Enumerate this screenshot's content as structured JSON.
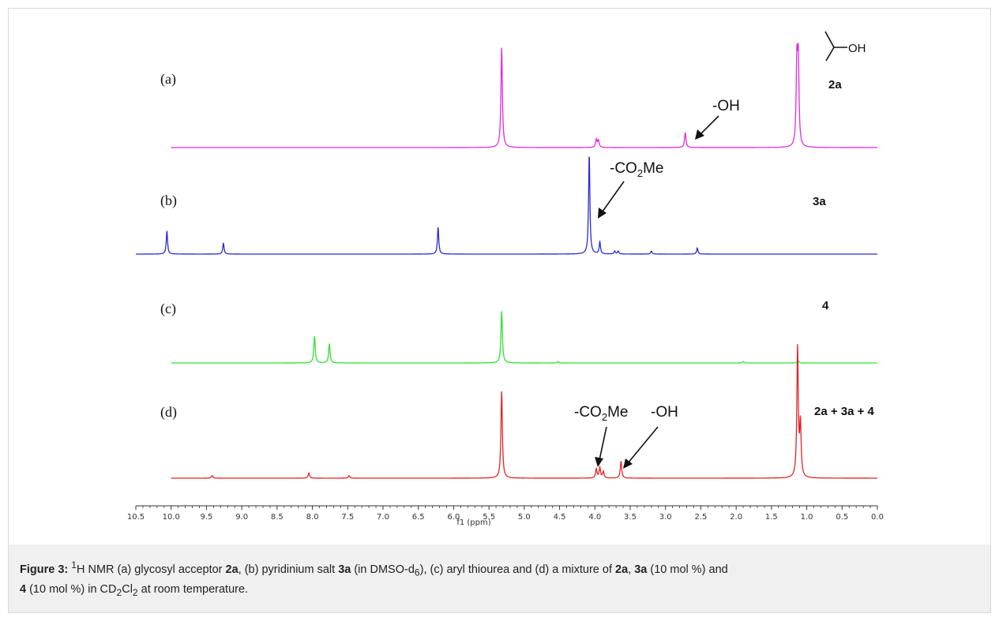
{
  "chart_data": {
    "type": "line",
    "xlabel": "f1 (ppm)",
    "x_axis": {
      "reversed": true,
      "xlim": [
        10.5,
        0.0
      ],
      "ticks": [
        10.5,
        10.0,
        9.5,
        9.0,
        8.5,
        8.0,
        7.5,
        7.0,
        6.5,
        6.0,
        5.5,
        5.0,
        4.5,
        4.0,
        3.5,
        3.0,
        2.5,
        2.0,
        1.5,
        1.0,
        0.5,
        0.0
      ],
      "tick_labels": [
        "10.5",
        "10.0",
        "9.5",
        "9.0",
        "8.5",
        "8.0",
        "7.5",
        "7.0",
        "6.5",
        "6.0",
        "5.5",
        "5.0",
        "4.5",
        "4.0",
        "3.5",
        "3.0",
        "2.5",
        "2.0",
        "1.5",
        "1.0",
        "0.5",
        "0.0"
      ]
    },
    "grid": false,
    "series": [
      {
        "name": "(a)",
        "compound": "2a",
        "color": "#e22be2",
        "xlim": [
          10.0,
          0.0
        ],
        "peaks": [
          {
            "x": 5.32,
            "h": 1.0
          },
          {
            "x": 3.98,
            "h": 0.08
          },
          {
            "x": 3.95,
            "h": 0.07
          },
          {
            "x": 2.72,
            "h": 0.15
          },
          {
            "x": 1.14,
            "h": 0.81
          },
          {
            "x": 1.12,
            "h": 0.82
          }
        ]
      },
      {
        "name": "(b)",
        "compound": "3a",
        "color": "#2a2ad6",
        "xlim": [
          10.5,
          0.0
        ],
        "peaks": [
          {
            "x": 10.06,
            "h": 0.23
          },
          {
            "x": 9.26,
            "h": 0.11
          },
          {
            "x": 6.22,
            "h": 0.27
          },
          {
            "x": 4.08,
            "h": 1.0
          },
          {
            "x": 3.93,
            "h": 0.12
          },
          {
            "x": 3.72,
            "h": 0.03
          },
          {
            "x": 3.67,
            "h": 0.03
          },
          {
            "x": 3.2,
            "h": 0.03
          },
          {
            "x": 2.55,
            "h": 0.06
          }
        ]
      },
      {
        "name": "(c)",
        "compound": "4",
        "color": "#33e033",
        "xlim": [
          10.0,
          0.0
        ],
        "peaks": [
          {
            "x": 7.97,
            "h": 0.38
          },
          {
            "x": 7.76,
            "h": 0.27
          },
          {
            "x": 5.32,
            "h": 0.74
          },
          {
            "x": 4.52,
            "h": 0.02
          },
          {
            "x": 1.9,
            "h": 0.02
          },
          {
            "x": 1.12,
            "h": 0.03
          }
        ]
      },
      {
        "name": "(d)",
        "compound": "2a + 3a + 4",
        "color": "#e32424",
        "xlim": [
          10.0,
          0.0
        ],
        "peaks": [
          {
            "x": 9.42,
            "h": 0.02
          },
          {
            "x": 8.05,
            "h": 0.04
          },
          {
            "x": 7.48,
            "h": 0.02
          },
          {
            "x": 5.32,
            "h": 0.67
          },
          {
            "x": 3.98,
            "h": 0.07
          },
          {
            "x": 3.93,
            "h": 0.08
          },
          {
            "x": 3.88,
            "h": 0.05
          },
          {
            "x": 3.63,
            "h": 0.13
          },
          {
            "x": 1.13,
            "h": 1.0
          },
          {
            "x": 1.09,
            "h": 0.4
          }
        ]
      }
    ],
    "annotations": {
      "label_a": "(a)",
      "label_b": "(b)",
      "label_c": "(c)",
      "label_d": "(d)",
      "compound_a": "2a",
      "compound_b": "3a",
      "compound_c": "4",
      "compound_d": "2a + 3a + 4",
      "oh_a": "-OH",
      "co2me_b_pre": "-CO",
      "co2me_b_sub": "2",
      "co2me_b_post": "Me",
      "co2me_d_pre": "-CO",
      "co2me_d_sub": "2",
      "co2me_d_post": "Me",
      "oh_d": "-OH",
      "structure_oh": "OH"
    }
  },
  "caption": {
    "label": "Figure 3:",
    "sup_1": "1",
    "t1": "H NMR (a) glycosyl acceptor ",
    "b1": "2a",
    "t2": ", (b) pyridinium salt ",
    "b2": "3a",
    "t3": " (in DMSO-d",
    "sub_6": "6",
    "t4": "), (c) aryl thiourea and (d) a mixture of ",
    "b3": "2a",
    "t5": ", ",
    "b4": "3a",
    "t6": " (10 mol %) and",
    "b5": "4",
    "t7": " (10 mol %) in CD",
    "sub_2a": "2",
    "t8": "Cl",
    "sub_2b": "2",
    "t9": " at room temperature."
  }
}
